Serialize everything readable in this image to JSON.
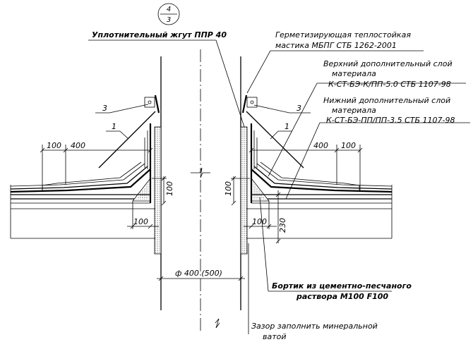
{
  "section_marker": {
    "top": "4",
    "bottom": "3"
  },
  "callouts": {
    "sealing_cord": "Уплотнительный жгут ППР 40",
    "mastic_line1": "Герметизирующая теплостойкая",
    "mastic_line2": "мастика МБПГ СТБ 1262-2001",
    "upper_layer_line1": "Верхний дополнительный слой",
    "upper_layer_line2": "материала",
    "upper_layer_line3": "К-СТ-БЭ-К/ПП-5.0 СТБ 1107-98",
    "lower_layer_line1": "Нижний дополнительный слой",
    "lower_layer_line2": "материала",
    "lower_layer_line3": "К-СТ-БЭ-ПП/ПП-3.5 СТБ 1107-98",
    "border_line1": "Бортик из цементно-песчаного",
    "border_line2": "раствора М100 F100",
    "gap_line1": "Зазор заполнить минеральной",
    "gap_line2": "ватой"
  },
  "item_numbers": {
    "left_3": "3",
    "left_1": "1",
    "right_3": "3",
    "right_1": "1"
  },
  "dimensions": {
    "left_100_top": "100",
    "left_400": "400",
    "right_400": "400",
    "right_100_top": "100",
    "left_100_vertical": "100",
    "right_100_vertical": "100",
    "left_100_bottom": "100",
    "right_100_bottom": "100",
    "right_230": "230",
    "pipe_diameter": "ф 400 (500)"
  }
}
